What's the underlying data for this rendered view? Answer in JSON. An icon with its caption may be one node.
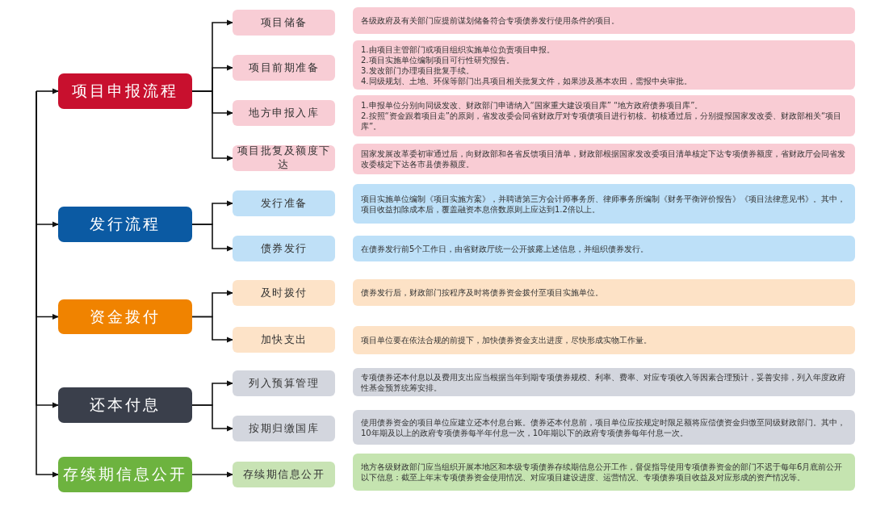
{
  "diagram": {
    "nodes": [
      {
        "text": [
          "项目申报流程"
        ]
      },
      {
        "text": [
          "发行流程"
        ]
      },
      {
        "text": [
          "资金拨付"
        ]
      },
      {
        "text": [
          "还本付息"
        ]
      },
      {
        "text": [
          "存续期信息公开"
        ]
      },
      {
        "text": [
          "项目储备"
        ]
      },
      {
        "text": [
          "项目前期准备"
        ]
      },
      {
        "text": [
          "地方申报入库"
        ]
      },
      {
        "text": [
          "项目批复及额度下达"
        ]
      },
      {
        "text": [
          "发行准备"
        ]
      },
      {
        "text": [
          "债券发行"
        ]
      },
      {
        "text": [
          "及时拨付"
        ]
      },
      {
        "text": [
          "加快支出"
        ]
      },
      {
        "text": [
          "列入预算管理"
        ]
      },
      {
        "text": [
          "按期归缴国库"
        ]
      },
      {
        "text": [
          "存续期信息公开"
        ]
      },
      {
        "text": [
          "各级政府及有关部门应提前谋划储备符合专项债券发行使用条件的项目。"
        ]
      },
      {
        "text": [
          "1.由项目主管部门或项目组织实施单位负责项目申报。",
          "2.项目实施单位编制项目可行性研究报告。",
          "3.发改部门办理项目批复手续。",
          "4.同级规划、土地、环保等部门出具项目相关批复文件，如果涉及基本农田，需报中央审批。"
        ]
      },
      {
        "text": [
          "1.申报单位分别向同级发改、财政部门申请纳入“国家重大建设项目库” “地方政府债券项目库”。",
          "2.按照“资金跟着项目走”的原则，省发改委会同省财政厅对专项债项目进行初核。初核通过后，分别提报国家发改委、财政部相关“项目库”。"
        ]
      },
      {
        "text": [
          "国家发展改革委初审通过后，向财政部和各省反馈项目清单，财政部根据国家发改委项目清单核定下达专项债券额度，省财政厅会同省发改委核定下达各市县债券额度。"
        ]
      },
      {
        "text": [
          "项目实施单位编制《项目实施方案》，并聘请第三方会计师事务所、律师事务所编制《财务平衡评价报告》《项目法律意见书》。其中，项目收益扣除成本后，覆盖融资本息倍数原则上应达到1.2倍以上。"
        ]
      },
      {
        "text": [
          "在债券发行前5个工作日，由省财政厅统一公开披露上述信息，并组织债券发行。"
        ]
      },
      {
        "text": [
          "债券发行后，财政部门按程序及时将债券资金拨付至项目实施单位。"
        ]
      },
      {
        "text": [
          "项目单位要在依法合规的前提下，加快债券资金支出进度，尽快形成实物工作量。"
        ]
      },
      {
        "text": [
          "专项债券还本付息以及费用支出应当根据当年到期专项债券规模、利率、费率、对应专项收入等因素合理预计，妥善安排，列入年度政府性基金预算统筹安排。"
        ]
      },
      {
        "text": [
          "使用债券资金的项目单位应建立还本付息台账。债券还本付息前，项目单位应按规定时限足额将应偿债资金归缴至同级财政部门。其中，10年期及以上的政府专项债券每半年付息一次，10年期以下的政府专项债券每年付息一次。"
        ]
      },
      {
        "text": [
          "地方各级财政部门应当组织开展本地区和本级专项债券存续期信息公开工作，督促指导使用专项债券资金的部门不迟于每年6月底前公开以下信息：截至上年末专项债券资金使用情况、对应项目建设进度、运营情况、专项债券项目收益及对应形成的资产情况等。"
        ]
      }
    ],
    "edges": [
      {
        "from": null,
        "to": 0,
        "arrow": "to"
      },
      {
        "from": null,
        "to": 1,
        "arrow": "to"
      },
      {
        "from": null,
        "to": 2,
        "arrow": "to"
      },
      {
        "from": null,
        "to": 3,
        "arrow": "to"
      },
      {
        "from": null,
        "to": 4,
        "arrow": "to"
      },
      {
        "from": 0,
        "to": 5,
        "arrow": "to"
      },
      {
        "from": 0,
        "to": 6,
        "arrow": "to"
      },
      {
        "from": 0,
        "to": 7,
        "arrow": "to"
      },
      {
        "from": 0,
        "to": 8,
        "arrow": "to"
      },
      {
        "from": 1,
        "to": 9,
        "arrow": "to"
      },
      {
        "from": 1,
        "to": 10,
        "arrow": "to"
      },
      {
        "from": 2,
        "to": 11,
        "arrow": "to"
      },
      {
        "from": 2,
        "to": 12,
        "arrow": "to"
      },
      {
        "from": 3,
        "to": 13,
        "arrow": "to"
      },
      {
        "from": 3,
        "to": 14,
        "arrow": "to"
      },
      {
        "from": 4,
        "to": 15,
        "arrow": "to"
      }
    ]
  }
}
